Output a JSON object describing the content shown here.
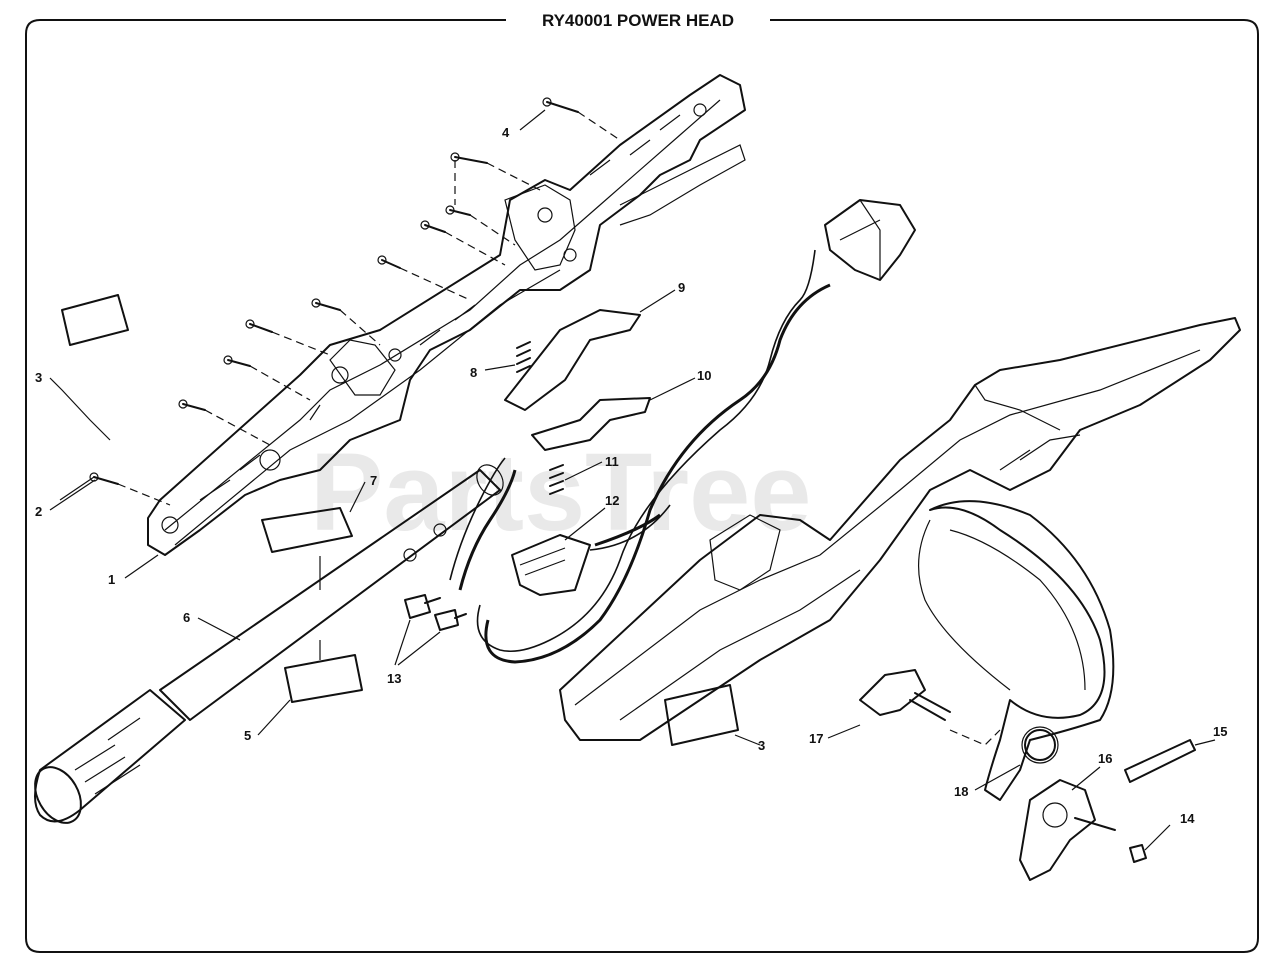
{
  "title": "RY40001 POWER HEAD",
  "watermark": "PartsTree",
  "callouts": [
    "1",
    "2",
    "3",
    "4",
    "5",
    "6",
    "7",
    "8",
    "9",
    "10",
    "11",
    "12",
    "13",
    "14",
    "15",
    "16",
    "17",
    "18",
    "3"
  ]
}
